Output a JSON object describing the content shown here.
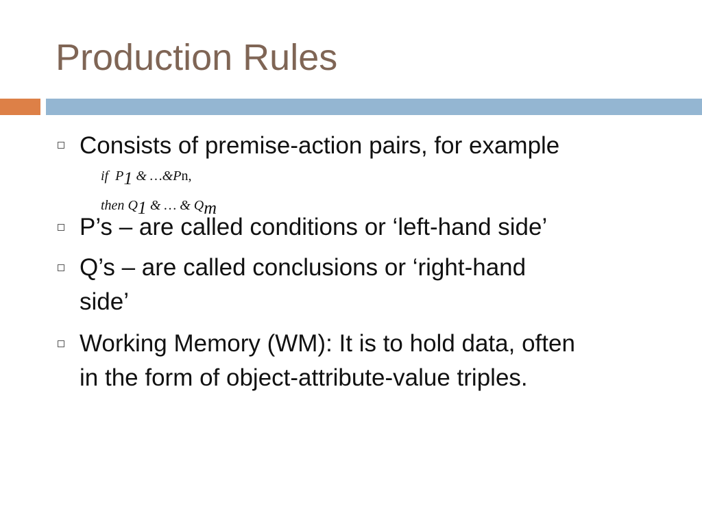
{
  "slide": {
    "title": "Production Rules",
    "colors": {
      "title": "#7f6555",
      "accent_left": "#dd8047",
      "accent_right": "#94b6d2"
    },
    "bullets": [
      {
        "lines": [
          "Consists of premise-action pairs, for example"
        ]
      },
      {
        "lines": [
          "P’s – are called conditions or ‘left-hand side’"
        ]
      },
      {
        "lines": [
          "Q’s – are called conclusions or ‘right-hand",
          "side’"
        ]
      },
      {
        "lines": [
          "Working Memory (WM): It is to hold data, often",
          "in the form of object-attribute-value triples."
        ]
      }
    ],
    "formula": {
      "line1": {
        "if": "if",
        "p": "P",
        "sub1": "1",
        "mid": "& …&P",
        "end": "n,"
      },
      "line2": {
        "then": "then",
        "q": "Q",
        "sub1": "1",
        "mid": "& … & Q",
        "subm": "m"
      }
    }
  }
}
